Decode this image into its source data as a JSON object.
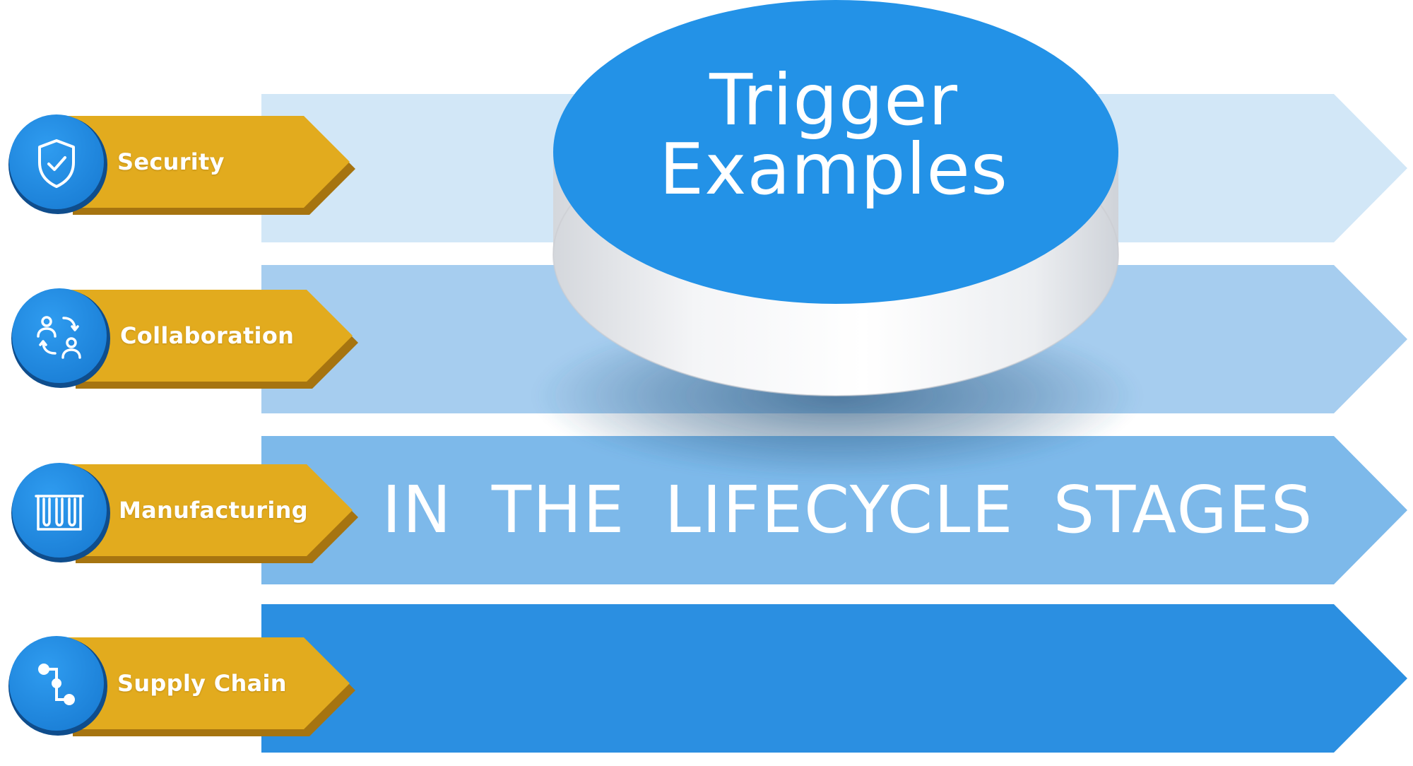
{
  "title": {
    "line1": "Trigger",
    "line2": "Examples"
  },
  "subtitle": "IN THE LIFECYCLE STAGES",
  "items": [
    {
      "label": "Security",
      "icon": "shield-check-icon"
    },
    {
      "label": "Collaboration",
      "icon": "people-switch-icon"
    },
    {
      "label": "Manufacturing",
      "icon": "test-tubes-icon"
    },
    {
      "label": "Supply Chain",
      "icon": "flow-nodes-icon"
    }
  ],
  "colors": {
    "accent": "#2391e6",
    "tag": "#e2ab1e",
    "band1": "#d2e7f7",
    "band2": "#a6cdef",
    "band3": "#7db9ea",
    "band4": "#2b8fe1"
  }
}
